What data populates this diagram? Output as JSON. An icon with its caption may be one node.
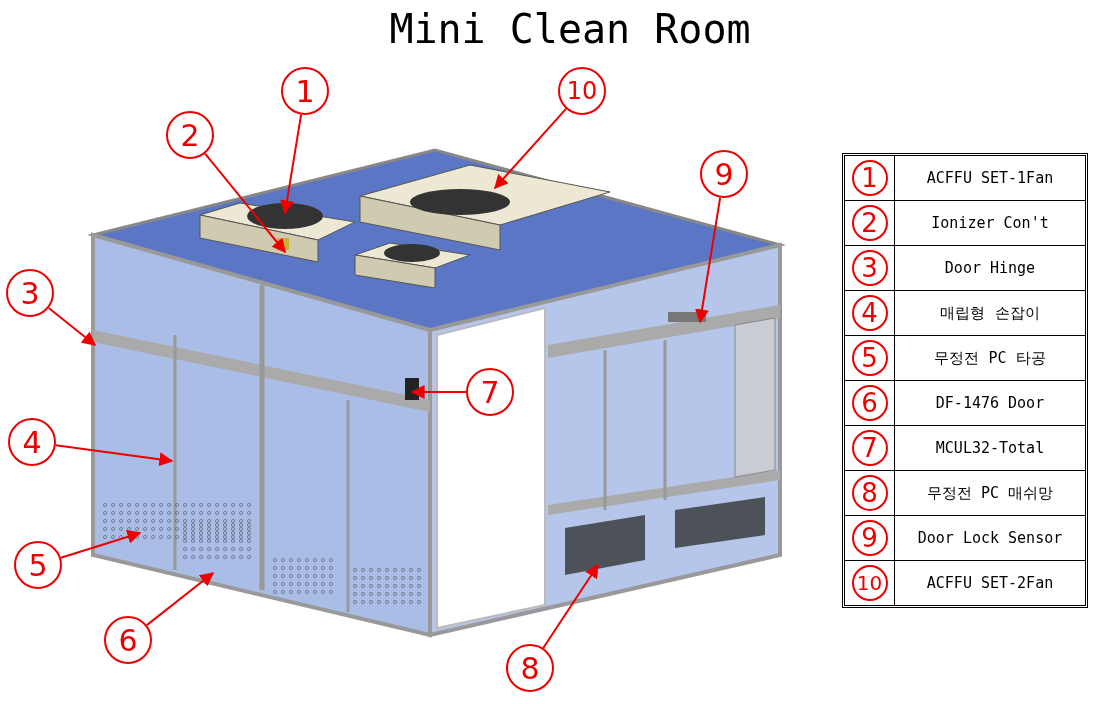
{
  "diagram": {
    "title": "Mini Clean Room",
    "nodes": [
      {
        "text": [
          "1"
        ]
      },
      {
        "text": [
          "2"
        ]
      },
      {
        "text": [
          "3"
        ]
      },
      {
        "text": [
          "4"
        ]
      },
      {
        "text": [
          "5"
        ]
      },
      {
        "text": [
          "6"
        ]
      },
      {
        "text": [
          "7"
        ]
      },
      {
        "text": [
          "8"
        ]
      },
      {
        "text": [
          "9"
        ]
      },
      {
        "text": [
          "10"
        ]
      }
    ],
    "edges": [
      {
        "from": 0,
        "to": null,
        "arrow": "to"
      },
      {
        "from": 1,
        "to": null,
        "arrow": "to"
      },
      {
        "from": 2,
        "to": null,
        "arrow": "to"
      },
      {
        "from": 3,
        "to": null,
        "arrow": "to"
      },
      {
        "from": 4,
        "to": null,
        "arrow": "to"
      },
      {
        "from": 5,
        "to": null,
        "arrow": "to"
      },
      {
        "from": 6,
        "to": null,
        "arrow": "to"
      },
      {
        "from": 7,
        "to": null,
        "arrow": "to"
      },
      {
        "from": 8,
        "to": null,
        "arrow": "to"
      },
      {
        "from": 9,
        "to": null,
        "arrow": "to"
      }
    ],
    "labels": [
      "1",
      "ACFFU SET-1Fan",
      "2",
      "Ionizer Con't",
      "3",
      "Door Hinge",
      "4",
      "매립형 손잡이",
      "5",
      "무정전 PC 타공",
      "6",
      "DF-1476 Door",
      "7",
      "MCUL32-Total",
      "8",
      "무정전 PC 매쉬망",
      "9",
      "Door Lock Sensor",
      "10",
      "ACFFU SET-2Fan"
    ]
  }
}
